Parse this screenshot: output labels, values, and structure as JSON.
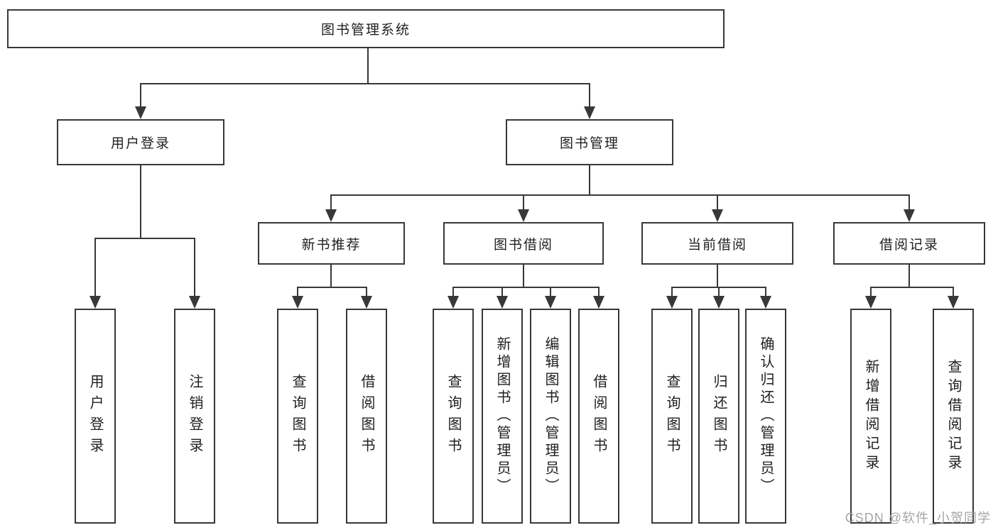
{
  "diagram": {
    "root": {
      "label": "图书管理系统"
    },
    "modules": [
      {
        "label": "用户登录",
        "children": [
          {
            "label": "用户登录"
          },
          {
            "label": "注销登录"
          }
        ]
      },
      {
        "label": "图书管理",
        "submodules": [
          {
            "label": "新书推荐",
            "children": [
              {
                "label": "查询图书"
              },
              {
                "label": "借阅图书"
              }
            ]
          },
          {
            "label": "图书借阅",
            "children": [
              {
                "label": "查询图书"
              },
              {
                "label": "新增图书（管理员）"
              },
              {
                "label": "编辑图书（管理员）"
              },
              {
                "label": "借阅图书"
              }
            ]
          },
          {
            "label": "当前借阅",
            "children": [
              {
                "label": "查询图书"
              },
              {
                "label": "归还图书"
              },
              {
                "label": "确认归还（管理员）"
              }
            ]
          },
          {
            "label": "借阅记录",
            "children": [
              {
                "label": "新增借阅记录"
              },
              {
                "label": "查询借阅记录"
              }
            ]
          }
        ]
      }
    ]
  },
  "watermark": {
    "text": "CSDN @软件_小贺同学"
  },
  "colors": {
    "line": "#383838",
    "box_border": "#383838",
    "box_fill": "#ffffff",
    "text": "#1f1f1f",
    "watermark": "#a6a6a6"
  }
}
